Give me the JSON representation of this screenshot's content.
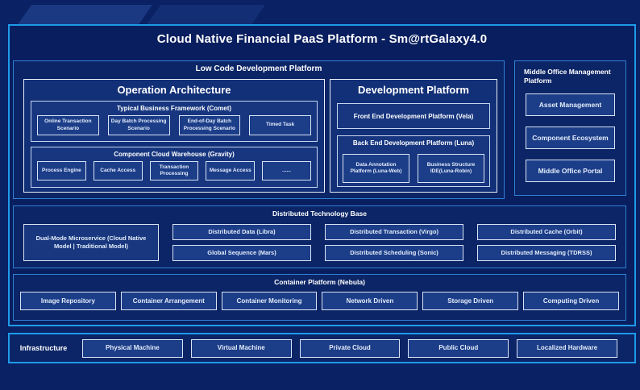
{
  "title": "Cloud Native Financial PaaS Platform - Sm@rtGalaxy4.0",
  "colors": {
    "background": "#0A2164",
    "accent_border": "#1E9BE9",
    "panel_border": "#2F80D5",
    "leaf_border": "#D9E3F5"
  },
  "low_code": {
    "label": "Low Code Development Platform",
    "operation_architecture": {
      "title": "Operation Architecture",
      "typical_business": {
        "title": "Typical Business Framework (Comet)",
        "items": [
          "Online Transaction Scenario",
          "Day Batch Processing Scenario",
          "End-of-Day Batch Processing Scenario",
          "Timed Task"
        ]
      },
      "component_cloud": {
        "title": "Component Cloud Warehouse (Gravity)",
        "items": [
          "Process Engine",
          "Cache Access",
          "Transaction Processing",
          "Message Access",
          "......"
        ]
      }
    },
    "development_platform": {
      "title": "Development Platform",
      "front_end": "Front End Development Platform (Vela)",
      "back_end": {
        "title": "Back End Development Platform (Luna)",
        "items": [
          "Data Annotation Platform (Luna-Web)",
          "Business Structure IDE(Luna-Robin)"
        ]
      }
    }
  },
  "middle_office": {
    "label": "Middle Office Management Platform",
    "items": [
      "Asset Management",
      "Component Ecosystem",
      "Middle Office Portal"
    ]
  },
  "distributed": {
    "label": "Distributed Technology Base",
    "feature": "Dual-Mode Microservice (Cloud Native Model | Traditional Model)",
    "columns": [
      [
        "Distributed Data (Libra)",
        "Global Sequence (Mars)"
      ],
      [
        "Distributed Transaction (Virgo)",
        "Distributed Scheduling (Sonic)"
      ],
      [
        "Distributed Cache (Orbit)",
        "Distributed Messaging (TDRSS)"
      ]
    ]
  },
  "container_platform": {
    "label": "Container Platform (Nebula)",
    "items": [
      "Image Repository",
      "Container Arrangement",
      "Container Monitoring",
      "Network Driven",
      "Storage Driven",
      "Computing Driven"
    ]
  },
  "infrastructure": {
    "label": "Infrastructure",
    "items": [
      "Physical Machine",
      "Virtual Machine",
      "Private Cloud",
      "Public Cloud",
      "Localized Hardware"
    ]
  }
}
